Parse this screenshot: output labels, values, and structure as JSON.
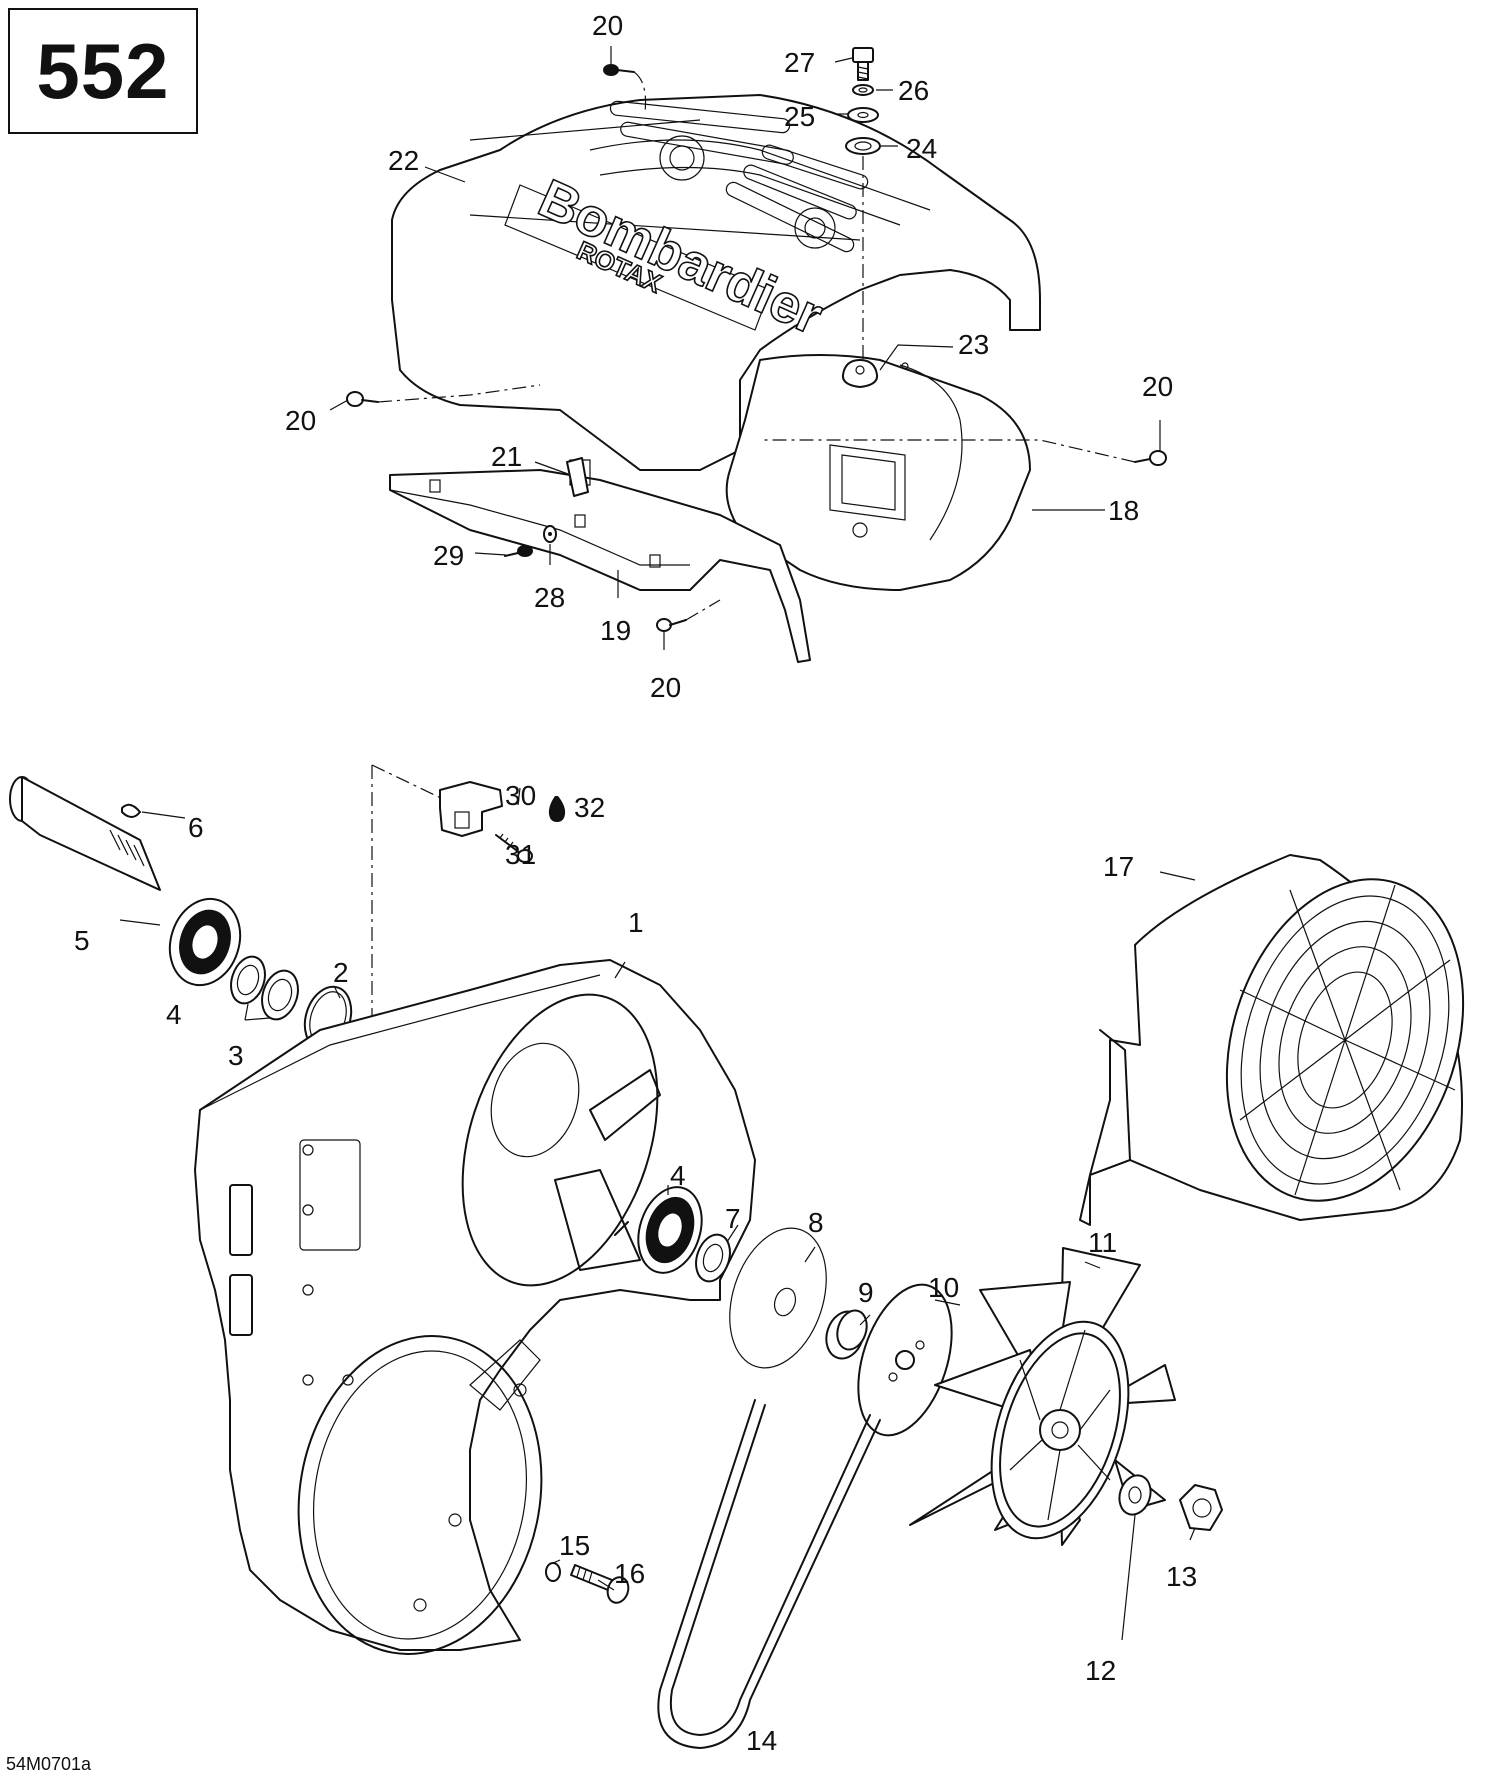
{
  "figure": {
    "diagram_number": "552",
    "drawing_code": "54M0701a",
    "brand_text": "Bombardier",
    "sub_brand_text": "ROTAX"
  },
  "callouts": {
    "c1": "1",
    "c2": "2",
    "c3": "3",
    "c4a": "4",
    "c4b": "4",
    "c5": "5",
    "c6": "6",
    "c7": "7",
    "c8": "8",
    "c9": "9",
    "c10": "10",
    "c11": "11",
    "c12": "12",
    "c13": "13",
    "c14": "14",
    "c15": "15",
    "c16": "16",
    "c17": "17",
    "c18": "18",
    "c19": "19",
    "c20a": "20",
    "c20b": "20",
    "c20c": "20",
    "c20d": "20",
    "c21": "21",
    "c22": "22",
    "c23": "23",
    "c24": "24",
    "c25": "25",
    "c26": "26",
    "c27": "27",
    "c28": "28",
    "c29": "29",
    "c30": "30",
    "c31": "31",
    "c32": "32"
  },
  "icons": {
    "lubricant": "oil-drop-icon"
  }
}
